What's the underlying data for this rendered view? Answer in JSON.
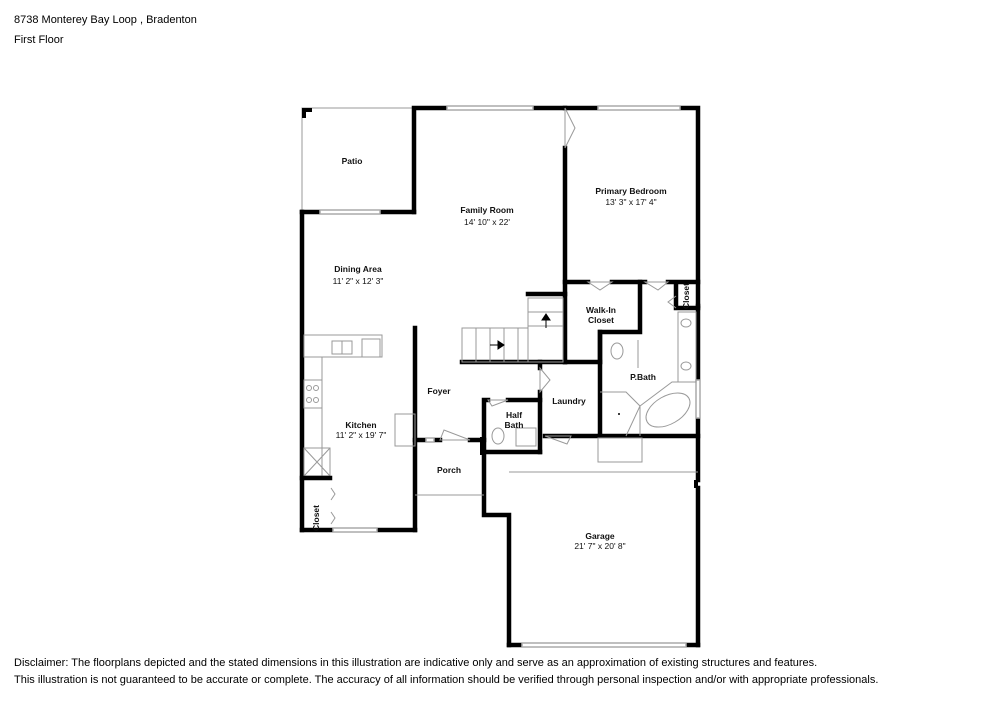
{
  "header": {
    "address": "8738 Monterey Bay Loop , Bradenton",
    "floor": "First Floor"
  },
  "rooms": {
    "patio": {
      "name": "Patio"
    },
    "family_room": {
      "name": "Family Room",
      "dims": "14' 10\" x 22'"
    },
    "primary_bedroom": {
      "name": "Primary Bedroom",
      "dims": "13' 3\" x 17' 4\""
    },
    "dining_area": {
      "name": "Dining Area",
      "dims": "11' 2\" x 12' 3\""
    },
    "walk_in_closet": {
      "name_line1": "Walk-In",
      "name_line2": "Closet"
    },
    "closet_bath": {
      "name": "Closet"
    },
    "p_bath": {
      "name": "P.Bath"
    },
    "foyer": {
      "name": "Foyer"
    },
    "laundry": {
      "name": "Laundry"
    },
    "half_bath": {
      "name_line1": "Half",
      "name_line2": "Bath"
    },
    "kitchen": {
      "name": "Kitchen",
      "dims": "11' 2\" x 19' 7\""
    },
    "porch": {
      "name": "Porch"
    },
    "closet_kitchen": {
      "name": "Closet"
    },
    "garage": {
      "name": "Garage",
      "dims": "21' 7\" x 20' 8\""
    }
  },
  "disclaimer": {
    "line1": "Disclaimer: The floorplans depicted and the stated dimensions in this illustration are indicative only and serve as an approximation of existing structures and features.",
    "line2": "This illustration is not guaranteed to be accurate or complete. The accuracy of all information should be verified through personal inspection and/or with appropriate professionals."
  }
}
